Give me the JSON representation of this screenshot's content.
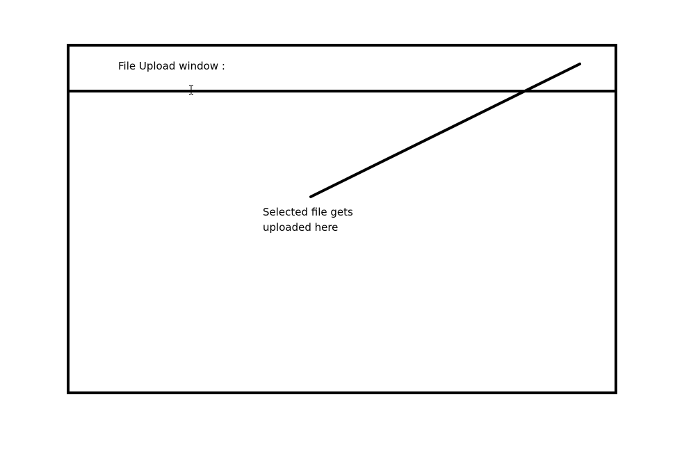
{
  "window": {
    "title": "File Upload window :"
  },
  "annotation": {
    "line1": "Selected file gets",
    "line2": "uploaded here"
  },
  "icons": {
    "cursor": "text-cursor-icon"
  },
  "colors": {
    "stroke": "#000000",
    "background": "#ffffff"
  }
}
